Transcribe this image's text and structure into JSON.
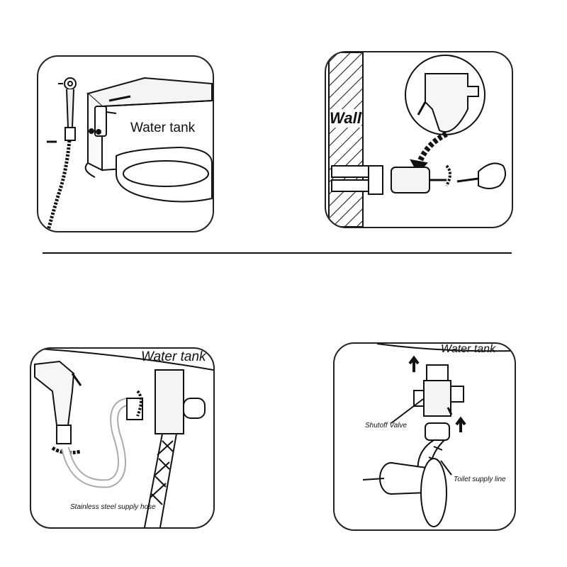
{
  "panels": {
    "p1": {
      "label": "Water tank"
    },
    "p2": {
      "label": "Wall"
    },
    "p3": {
      "label": "Water tank",
      "hose_label": "Stainless steel supply hose"
    },
    "p4": {
      "label": "Water tank",
      "valve_label": "Shutoff Valve",
      "line_label": "Toilet supply line"
    }
  },
  "colors": {
    "line": "#111111",
    "paper": "#ffffff"
  }
}
